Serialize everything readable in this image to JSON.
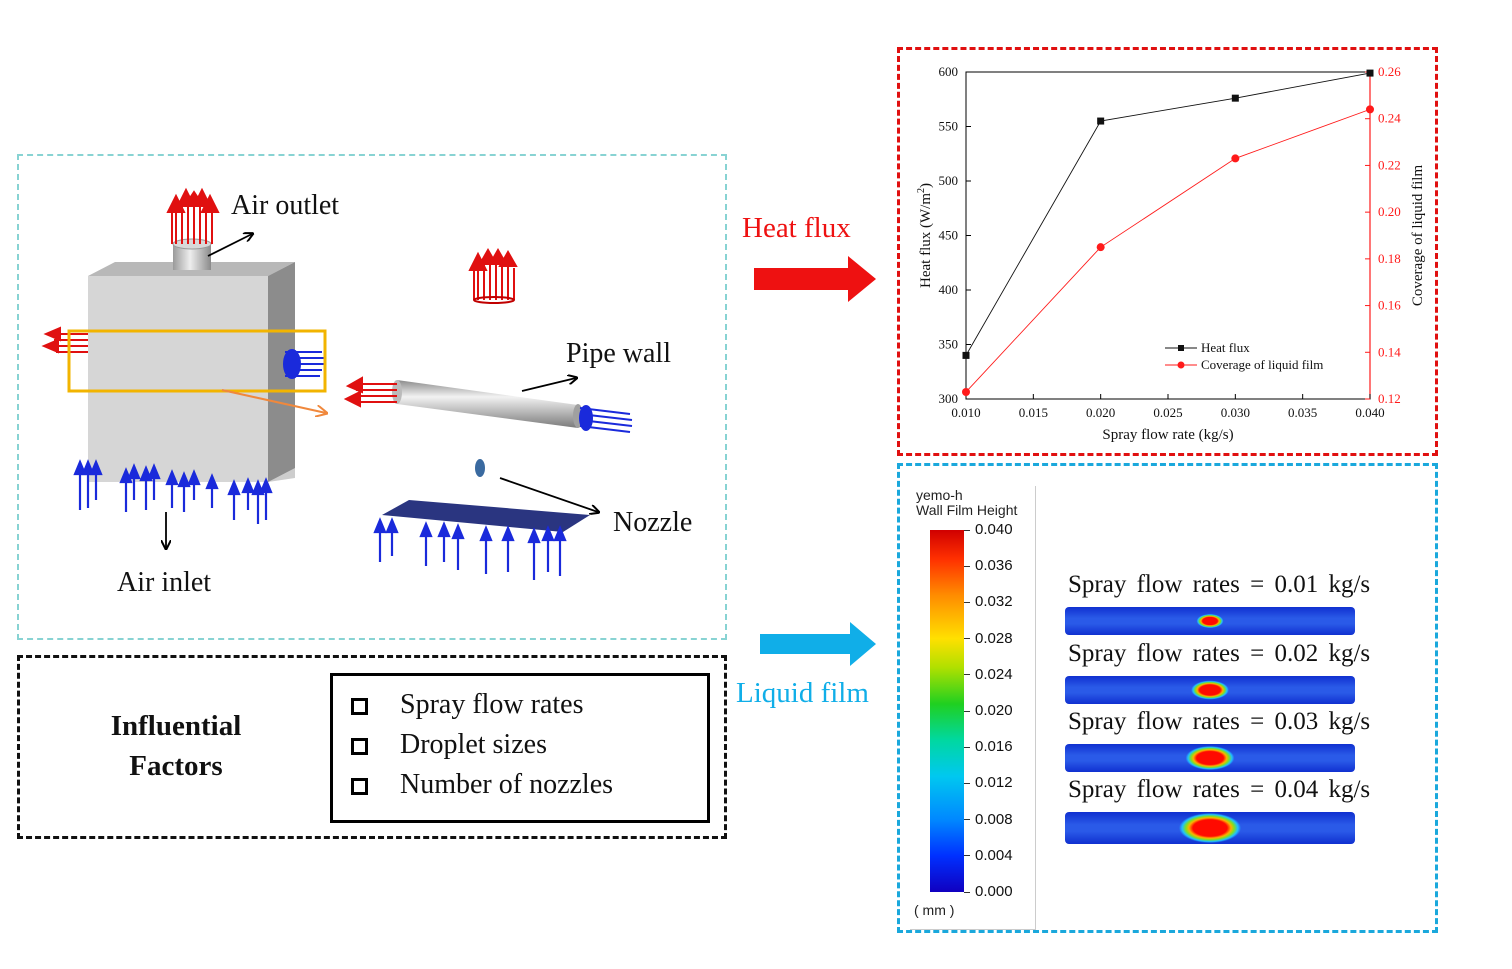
{
  "model_panel": {
    "labels": {
      "air_outlet": "Air outlet",
      "pipe_wall": "Pipe wall",
      "nozzle": "Nozzle",
      "air_inlet": "Air inlet"
    }
  },
  "factors": {
    "title_line1": "Influential",
    "title_line2": "Factors",
    "items": [
      "Spray flow rates",
      "Droplet sizes",
      "Number of nozzles"
    ]
  },
  "arrows": {
    "heat_flux_label": "Heat flux",
    "liquid_film_label": "Liquid film",
    "heat_color": "#ee1111",
    "film_color": "#10aee8"
  },
  "chart_data": {
    "type": "line",
    "x": [
      0.01,
      0.02,
      0.03,
      0.04
    ],
    "xlabel": "Spray flow rate (kg/s)",
    "xlim": [
      0.01,
      0.04
    ],
    "xticks": [
      "0.010",
      "0.015",
      "0.020",
      "0.025",
      "0.030",
      "0.035",
      "0.040"
    ],
    "ylabel": "Heat flux (W/m",
    "ylabel_sup": "2",
    "ylabel_end": ")",
    "ylim": [
      300,
      600
    ],
    "yticks": [
      "300",
      "350",
      "400",
      "450",
      "500",
      "550",
      "600"
    ],
    "y2label": "Coverage of liquid film",
    "y2lim": [
      0.12,
      0.26
    ],
    "y2ticks": [
      "0.12",
      "0.14",
      "0.16",
      "0.18",
      "0.20",
      "0.22",
      "0.24",
      "0.26"
    ],
    "legend_position": "lower-right",
    "grid": false,
    "series": [
      {
        "name": "Heat flux",
        "axis": "left",
        "color": "#111111",
        "marker": "square",
        "values": [
          340,
          555,
          576,
          599
        ]
      },
      {
        "name": "Coverage of liquid film",
        "axis": "right",
        "color": "#ff1a1a",
        "marker": "circle",
        "values": [
          0.123,
          0.185,
          0.223,
          0.244
        ]
      }
    ]
  },
  "film_panel": {
    "header_line1": "yemo-h",
    "header_line2": "Wall Film Height",
    "unit": "( mm )",
    "scale_ticks": [
      "0.040",
      "0.036",
      "0.032",
      "0.028",
      "0.024",
      "0.020",
      "0.016",
      "0.012",
      "0.008",
      "0.004",
      "0.000"
    ],
    "cases": [
      {
        "label": "Spray  flow rates = 0.01 kg/s",
        "spot_level": 0.2
      },
      {
        "label": "Spray  flow rates = 0.02 kg/s",
        "spot_level": 0.45
      },
      {
        "label": "Spray  flow rates = 0.03 kg/s",
        "spot_level": 0.7
      },
      {
        "label": "Spray  flow rates = 0.04 kg/s",
        "spot_level": 1.0
      }
    ]
  }
}
